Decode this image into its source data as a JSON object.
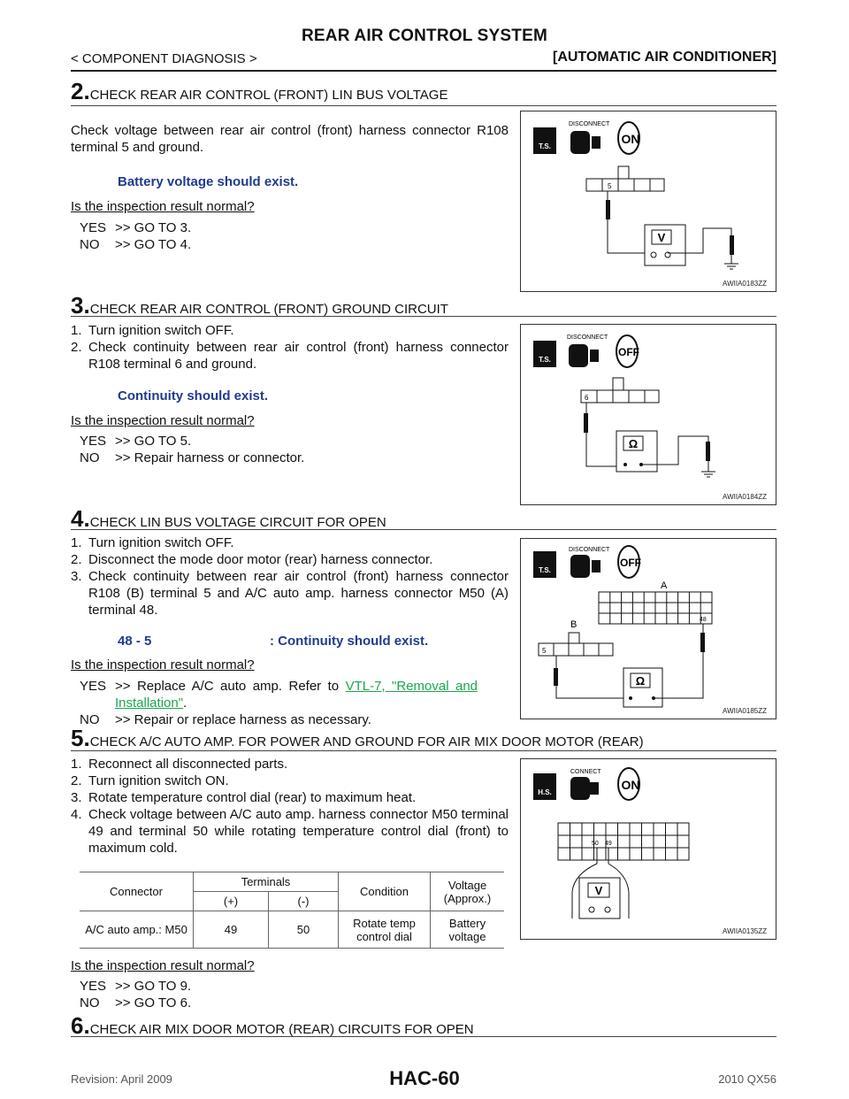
{
  "header": {
    "title": "REAR AIR CONTROL SYSTEM",
    "section": "< COMPONENT DIAGNOSIS >",
    "category": "[AUTOMATIC AIR CONDITIONER]"
  },
  "steps": [
    {
      "num": "2.",
      "title": "CHECK REAR AIR CONTROL (FRONT) LIN BUS VOLTAGE",
      "intro": "Check voltage between rear air control (front) harness connector R108 terminal 5 and ground.",
      "spec": "Battery voltage should exist.",
      "question": "Is the inspection result normal?",
      "yes_label": "YES",
      "yes_text": ">> GO TO 3.",
      "no_label": "NO",
      "no_text": ">> GO TO 4.",
      "figure": {
        "code": "AWIIA0183ZZ",
        "pin": "5",
        "meter": "V",
        "switch": "ON",
        "tag": "T.S.",
        "disconnect": "DISCONNECT"
      }
    },
    {
      "num": "3.",
      "title": "CHECK REAR AIR CONTROL (FRONT) GROUND CIRCUIT",
      "items": [
        "Turn ignition switch OFF.",
        "Check continuity between rear air control (front) harness connector R108 terminal 6 and ground."
      ],
      "spec": "Continuity should exist.",
      "question": "Is the inspection result normal?",
      "yes_label": "YES",
      "yes_text": ">> GO TO 5.",
      "no_label": "NO",
      "no_text": ">> Repair harness or connector.",
      "figure": {
        "code": "AWIIA0184ZZ",
        "pin": "6",
        "meter": "Ω",
        "switch": "OFF",
        "tag": "T.S.",
        "disconnect": "DISCONNECT"
      }
    },
    {
      "num": "4.",
      "title": "CHECK LIN BUS VOLTAGE CIRCUIT FOR OPEN",
      "items": [
        "Turn ignition switch OFF.",
        "Disconnect the mode door motor (rear) harness connector.",
        "Check continuity between rear air control (front) harness connector R108 (B) terminal 5 and A/C auto amp. harness connector M50 (A) terminal 48."
      ],
      "spec_left": "48 - 5",
      "spec": ": Continuity should exist.",
      "question": "Is the inspection result normal?",
      "yes_label": "YES",
      "yes_text_pre": ">> Replace A/C auto amp. Refer to",
      "yes_link": "VTL-7, \"Removal and Installation\"",
      "yes_text_post": ".",
      "no_label": "NO",
      "no_text": ">> Repair or replace harness as necessary.",
      "figure": {
        "code": "AWIIA0185ZZ",
        "pin_a": "48",
        "pin_b": "5",
        "label_a": "A",
        "label_b": "B",
        "meter": "Ω",
        "switch": "OFF",
        "tag": "T.S.",
        "disconnect": "DISCONNECT"
      }
    },
    {
      "num": "5.",
      "title": "CHECK A/C AUTO AMP. FOR POWER AND GROUND FOR AIR MIX DOOR MOTOR (REAR)",
      "items": [
        "Reconnect all disconnected parts.",
        "Turn ignition switch ON.",
        "Rotate temperature control dial (rear) to maximum heat.",
        "Check voltage between A/C auto amp. harness connector M50 terminal 49 and terminal 50 while rotating temperature control dial (front) to maximum cold."
      ],
      "table": {
        "col_connector": "Connector",
        "col_terminals": "Terminals",
        "col_plus": "(+)",
        "col_minus": "(-)",
        "col_condition": "Condition",
        "col_voltage": "Voltage (Approx.)",
        "row_connector": "A/C auto amp.: M50",
        "row_plus": "49",
        "row_minus": "50",
        "row_condition": "Rotate temp control dial",
        "row_voltage": "Battery voltage"
      },
      "question": "Is the inspection result normal?",
      "yes_label": "YES",
      "yes_text": ">> GO TO 9.",
      "no_label": "NO",
      "no_text": ">> GO TO 6.",
      "figure": {
        "code": "AWIIA0135ZZ",
        "pin_1": "50",
        "pin_2": "49",
        "meter": "V",
        "switch": "ON",
        "tag": "H.S.",
        "connect": "CONNECT"
      }
    },
    {
      "num": "6.",
      "title": "CHECK AIR MIX DOOR MOTOR (REAR) CIRCUITS FOR OPEN"
    }
  ],
  "footer": {
    "revision": "Revision: April 2009",
    "page": "HAC-60",
    "model": "2010 QX56"
  }
}
